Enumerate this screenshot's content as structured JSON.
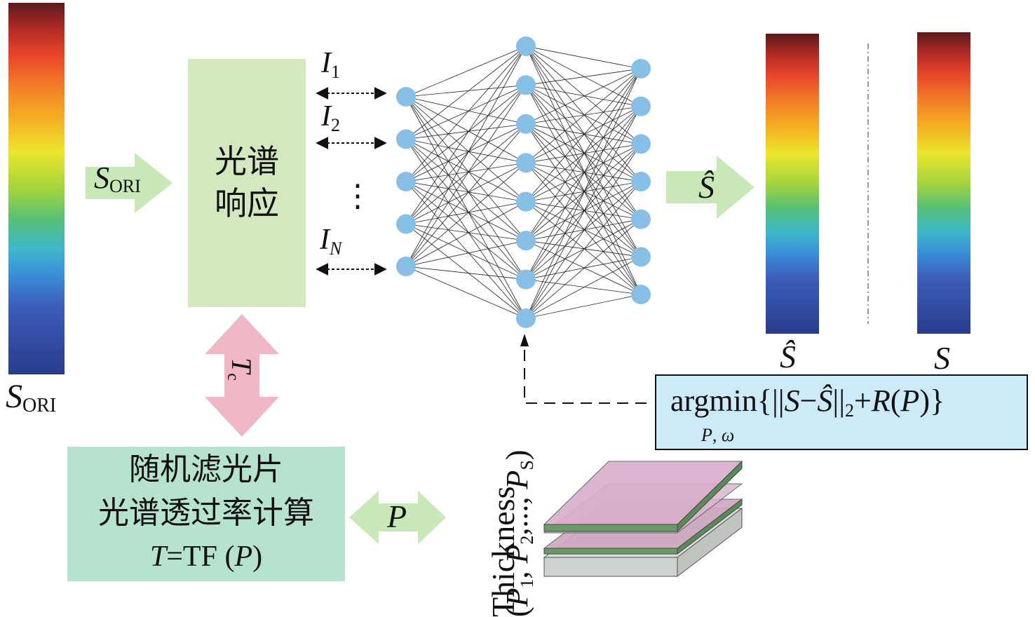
{
  "input_spectrum": {
    "label_main": "S",
    "label_sub": "ORI"
  },
  "arrow_input": {
    "label_main": "S",
    "label_sub": "ORI"
  },
  "response_box": {
    "line1": "光谱",
    "line2": "响应"
  },
  "intensities": {
    "i1_main": "I",
    "i1_sub": "1",
    "i2_main": "I",
    "i2_sub": "2",
    "ellipsis": "⋮",
    "in_main": "I",
    "in_sub": "N"
  },
  "tc_arrow": {
    "label_main": "T",
    "label_sub": "c"
  },
  "filter_box": {
    "line1": "随机滤光片",
    "line2": "光谱透过率计算",
    "line3_t": "T",
    "line3_rest": "=TF (",
    "line3_p": "P",
    "line3_close": ")"
  },
  "p_arrow": {
    "label": "P"
  },
  "thickness": {
    "word": "Thickness",
    "open": "(",
    "p1": "P",
    "s1": "1",
    "comma1": ", ",
    "p2": "P",
    "s2": "2",
    "dots": ",..., ",
    "ps": "P",
    "ss": "S",
    "close": ")"
  },
  "output_arrow": {
    "label": "Ŝ"
  },
  "output_spectra": {
    "shat_label": "Ŝ",
    "s_label": "S"
  },
  "loss_box": {
    "argmin": "argmin",
    "sub_p": "P",
    "sub_comma": ", ",
    "sub_omega": "ω",
    "brace_open": "{||",
    "s": "S",
    "minus": "−",
    "shat": "Ŝ",
    "norm_close": "||",
    "norm_sub": "2",
    "plus": "+",
    "r": "R",
    "paren_open": "(",
    "p": "P",
    "paren_close": ")",
    "brace_close": "}"
  },
  "network": {
    "layers": [
      5,
      8,
      7
    ]
  },
  "colors": {
    "response_box": "#d4e8c0",
    "filter_box": "#b6e2d0",
    "loss_box": "#cdeaf8",
    "green_arrow": "#c8e8b8",
    "pink_arrow": "#f0b8c4",
    "node": "#88bfe6"
  }
}
